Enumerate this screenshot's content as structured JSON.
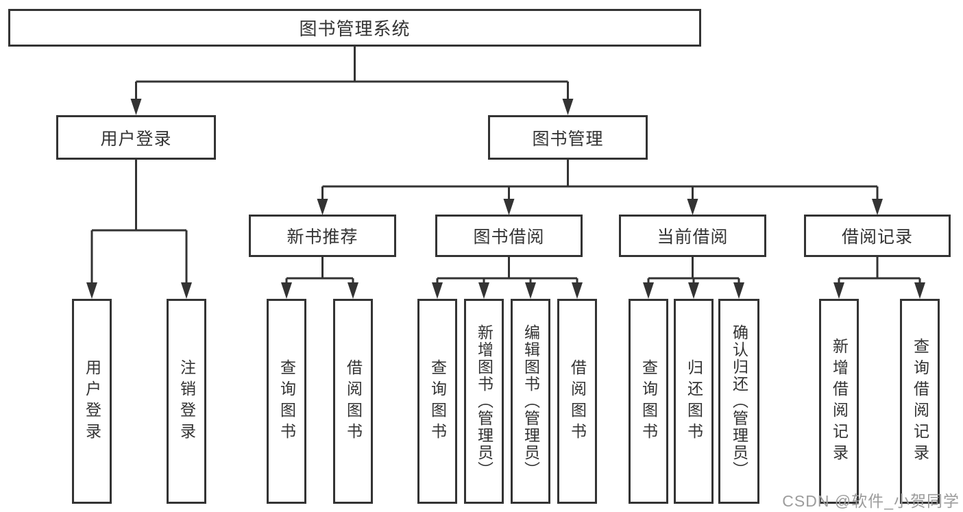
{
  "tree": {
    "label": "图书管理系统",
    "children": [
      {
        "label": "用户登录",
        "children": [
          {
            "label": "用户登录"
          },
          {
            "label": "注销登录"
          }
        ]
      },
      {
        "label": "图书管理",
        "children": [
          {
            "label": "新书推荐",
            "children": [
              {
                "label": "查询图书"
              },
              {
                "label": "借阅图书"
              }
            ]
          },
          {
            "label": "图书借阅",
            "children": [
              {
                "label": "查询图书"
              },
              {
                "label": "新增图书（管理员）"
              },
              {
                "label": "编辑图书（管理员）"
              },
              {
                "label": "借阅图书"
              }
            ]
          },
          {
            "label": "当前借阅",
            "children": [
              {
                "label": "查询图书"
              },
              {
                "label": "归还图书"
              },
              {
                "label": "确认归还（管理员）"
              }
            ]
          },
          {
            "label": "借阅记录",
            "children": [
              {
                "label": "新增借阅记录"
              },
              {
                "label": "查询借阅记录"
              }
            ]
          }
        ]
      }
    ]
  },
  "watermark": "CSDN @软件_小贺同学",
  "colors": {
    "line": "#333333",
    "box_border": "#333333",
    "text": "#333333",
    "background": "#ffffff",
    "watermark": "#9c9c9c"
  }
}
